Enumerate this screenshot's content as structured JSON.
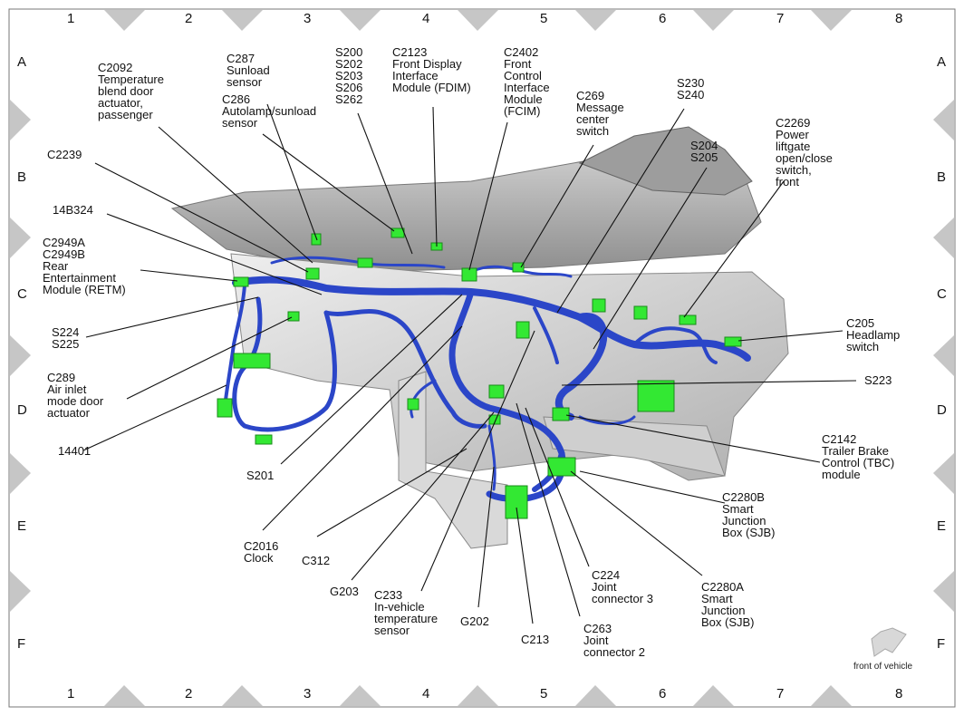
{
  "grid": {
    "columns": [
      "1",
      "2",
      "3",
      "4",
      "5",
      "6",
      "7",
      "8"
    ],
    "rows": [
      "A",
      "B",
      "C",
      "D",
      "E",
      "F"
    ]
  },
  "callouts": [
    {
      "id": "c2092",
      "lines": [
        "C2092",
        "Temperature",
        "blend door",
        "actuator,",
        "passenger"
      ]
    },
    {
      "id": "c287",
      "lines": [
        "C287",
        "Sunload",
        "sensor"
      ]
    },
    {
      "id": "c286",
      "lines": [
        "C286",
        "Autolamp/sunload",
        "sensor"
      ]
    },
    {
      "id": "s200",
      "lines": [
        "S200",
        "S202",
        "S203",
        "S206",
        "S262"
      ]
    },
    {
      "id": "c2123",
      "lines": [
        "C2123",
        "Front Display",
        "Interface",
        "Module (FDIM)"
      ]
    },
    {
      "id": "c2402",
      "lines": [
        "C2402",
        "Front",
        "Control",
        "Interface",
        "Module",
        "(FCIM)"
      ]
    },
    {
      "id": "c269",
      "lines": [
        "C269",
        "Message",
        "center",
        "switch"
      ]
    },
    {
      "id": "s230",
      "lines": [
        "S230",
        "S240"
      ]
    },
    {
      "id": "s204",
      "lines": [
        "S204",
        "S205"
      ]
    },
    {
      "id": "c2269",
      "lines": [
        "C2269",
        "Power",
        "liftgate",
        "open/close",
        "switch,",
        "front"
      ]
    },
    {
      "id": "c2239",
      "lines": [
        "C2239"
      ]
    },
    {
      "id": "14b324",
      "lines": [
        "14B324"
      ]
    },
    {
      "id": "c2949",
      "lines": [
        "C2949A",
        "C2949B",
        "Rear",
        "Entertainment",
        "Module (RETM)"
      ]
    },
    {
      "id": "s224",
      "lines": [
        "S224",
        "S225"
      ]
    },
    {
      "id": "c289",
      "lines": [
        "C289",
        "Air inlet",
        "mode door",
        "actuator"
      ]
    },
    {
      "id": "14401",
      "lines": [
        "14401"
      ]
    },
    {
      "id": "s201",
      "lines": [
        "S201"
      ]
    },
    {
      "id": "c2016",
      "lines": [
        "C2016",
        "Clock"
      ]
    },
    {
      "id": "c312",
      "lines": [
        "C312"
      ]
    },
    {
      "id": "g203",
      "lines": [
        "G203"
      ]
    },
    {
      "id": "c233",
      "lines": [
        "C233",
        "In-vehicle",
        "temperature",
        "sensor"
      ]
    },
    {
      "id": "g202",
      "lines": [
        "G202"
      ]
    },
    {
      "id": "c213",
      "lines": [
        "C213"
      ]
    },
    {
      "id": "c263",
      "lines": [
        "C263",
        "Joint",
        "connector 2"
      ]
    },
    {
      "id": "c224",
      "lines": [
        "C224",
        "Joint",
        "connector 3"
      ]
    },
    {
      "id": "c2280a",
      "lines": [
        "C2280A",
        "Smart",
        "Junction",
        "Box (SJB)"
      ]
    },
    {
      "id": "c2280b",
      "lines": [
        "C2280B",
        "Smart",
        "Junction",
        "Box (SJB)"
      ]
    },
    {
      "id": "c2142",
      "lines": [
        "C2142",
        "Trailer Brake",
        "Control (TBC)",
        "module"
      ]
    },
    {
      "id": "s223",
      "lines": [
        "S223"
      ]
    },
    {
      "id": "c205",
      "lines": [
        "C205",
        "Headlamp",
        "switch"
      ]
    }
  ],
  "orientation_note": "front of vehicle",
  "colors": {
    "harness": "#2b46c8",
    "harness_dark": "#1a2a8c",
    "connector": "#33e833",
    "panel": "#c8c8c8",
    "frame_triangle": "#c6c6c6"
  }
}
